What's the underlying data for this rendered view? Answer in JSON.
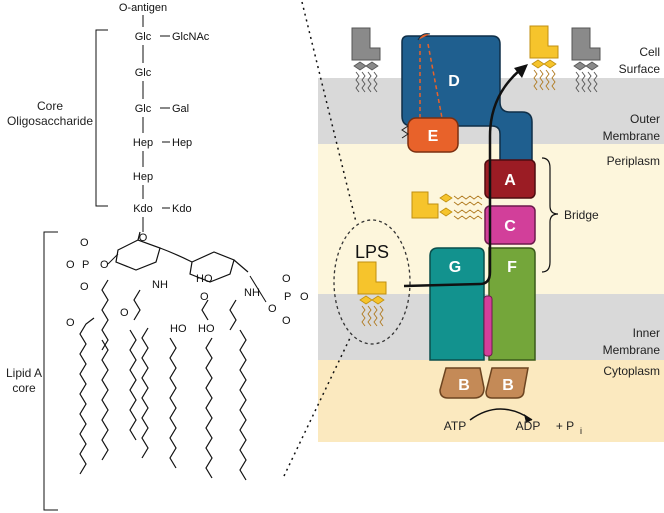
{
  "structure": {
    "o_antigen": "O-antigen",
    "glc1": "Glc",
    "glcnac": "GlcNAc",
    "glc2": "Glc",
    "glc3": "Glc",
    "gal": "Gal",
    "hep1": "Hep",
    "hep2": "Hep",
    "hep3": "Hep",
    "kdo1": "Kdo",
    "kdo2": "Kdo",
    "core_oligo_1": "Core",
    "core_oligo_2": "Oligosaccharide",
    "lipid_a_1": "Lipid A",
    "lipid_a_2": "core",
    "phosphate_o": "O",
    "phosphate_p": "P",
    "ho": "HO",
    "nh": "NH",
    "o": "O"
  },
  "regions": {
    "cell_surface_1": "Cell",
    "cell_surface_2": "Surface",
    "outer_membrane_1": "Outer",
    "outer_membrane_2": "Membrane",
    "periplasm": "Periplasm",
    "inner_membrane_1": "Inner",
    "inner_membrane_2": "Membrane",
    "cytoplasm": "Cytoplasm",
    "bridge": "Bridge"
  },
  "proteins": {
    "A": "A",
    "B1": "B",
    "B2": "B",
    "C": "C",
    "D": "D",
    "E": "E",
    "F": "F",
    "G": "G"
  },
  "molecules": {
    "lps": "LPS",
    "atp": "ATP",
    "adp": "ADP",
    "pi": "+ P",
    "pi_sub": "i"
  },
  "colors": {
    "D": "#1f5f8f",
    "E": "#e8622a",
    "A": "#9b1c24",
    "C": "#d23f9a",
    "F": "#74a63a",
    "G": "#12928e",
    "B": "#c48a57",
    "lps": "#f6c42c",
    "gray_lps": "#8a8a8a",
    "membrane": "#d9d9d9",
    "periplasm_bg": "#fdf6dc",
    "cytoplasm_bg": "#fbe9bf"
  }
}
